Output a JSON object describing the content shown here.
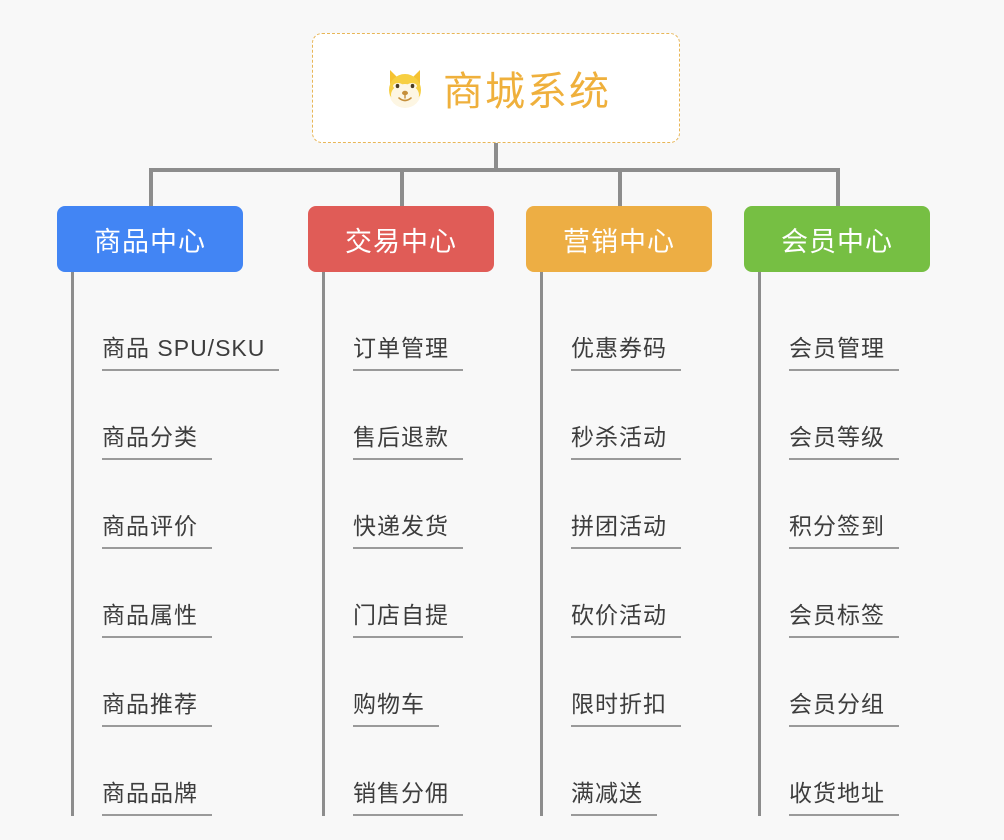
{
  "background_color": "#f8f8f8",
  "root": {
    "title": "商城系统",
    "icon": "dog-face-emoji",
    "text_color": "#efb03c",
    "border_color": "#e8b657",
    "background_color": "#ffffff"
  },
  "connector_color": "#8d8d8d",
  "columns": [
    {
      "title": "商品中心",
      "color": "#4285f4",
      "items": [
        "商品 SPU/SKU",
        "商品分类",
        "商品评价",
        "商品属性",
        "商品推荐",
        "商品品牌"
      ]
    },
    {
      "title": "交易中心",
      "color": "#e05c57",
      "items": [
        "订单管理",
        "售后退款",
        "快递发货",
        "门店自提",
        "购物车",
        "销售分佣"
      ]
    },
    {
      "title": "营销中心",
      "color": "#edae44",
      "items": [
        "优惠券码",
        "秒杀活动",
        "拼团活动",
        "砍价活动",
        "限时折扣",
        "满减送"
      ]
    },
    {
      "title": "会员中心",
      "color": "#76bf43",
      "items": [
        "会员管理",
        "会员等级",
        "积分签到",
        "会员标签",
        "会员分组",
        "收货地址"
      ]
    }
  ]
}
